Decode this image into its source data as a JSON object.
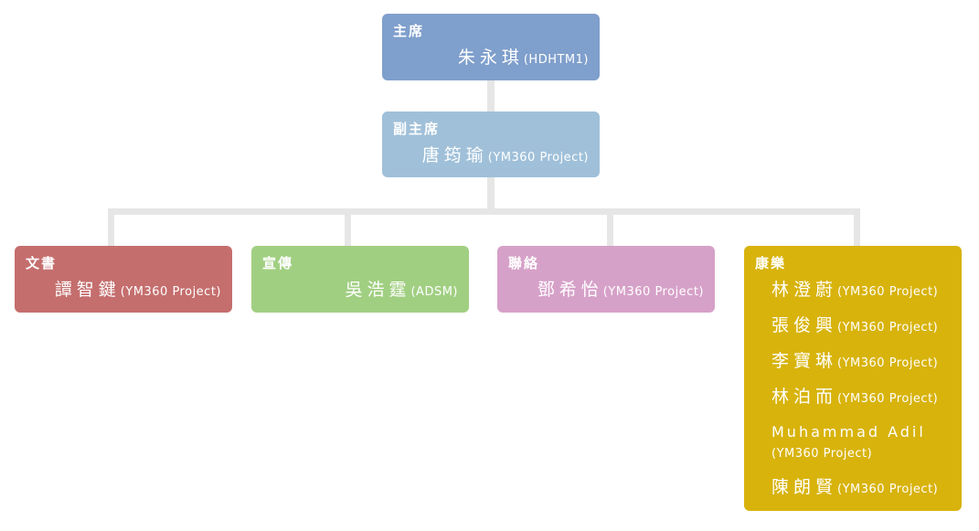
{
  "chairman": {
    "role": "主席",
    "member": {
      "name": "朱永琪",
      "affiliation": "(HDHTM1)"
    },
    "color": "#7f9fcc"
  },
  "vice_chairman": {
    "role": "副主席",
    "member": {
      "name": "唐筠瑜",
      "affiliation": "(YM360 Project)"
    },
    "color": "#a0c0d9"
  },
  "secretary": {
    "role": "文書",
    "member": {
      "name": "譚智鍵",
      "affiliation": "(YM360 Project)"
    },
    "color": "#c56e6e"
  },
  "publicity": {
    "role": "宣傳",
    "member": {
      "name": "吳浩霆",
      "affiliation": "(ADSM)"
    },
    "color": "#a1cf82"
  },
  "liaison": {
    "role": "聯絡",
    "member": {
      "name": "鄧希怡",
      "affiliation": "(YM360 Project)"
    },
    "color": "#d6a1c8"
  },
  "recreation": {
    "role": "康樂",
    "members": [
      {
        "name": "林澄蔚",
        "affiliation": "(YM360 Project)"
      },
      {
        "name": "張俊興",
        "affiliation": "(YM360 Project)"
      },
      {
        "name": "李寶琳",
        "affiliation": "(YM360 Project)"
      },
      {
        "name": "林泊而",
        "affiliation": "(YM360 Project)"
      },
      {
        "name": "Muhammad Adil",
        "affiliation": "(YM360 Project)"
      },
      {
        "name": "陳朗賢",
        "affiliation": "(YM360 Project)"
      }
    ],
    "color": "#d8b30c"
  }
}
